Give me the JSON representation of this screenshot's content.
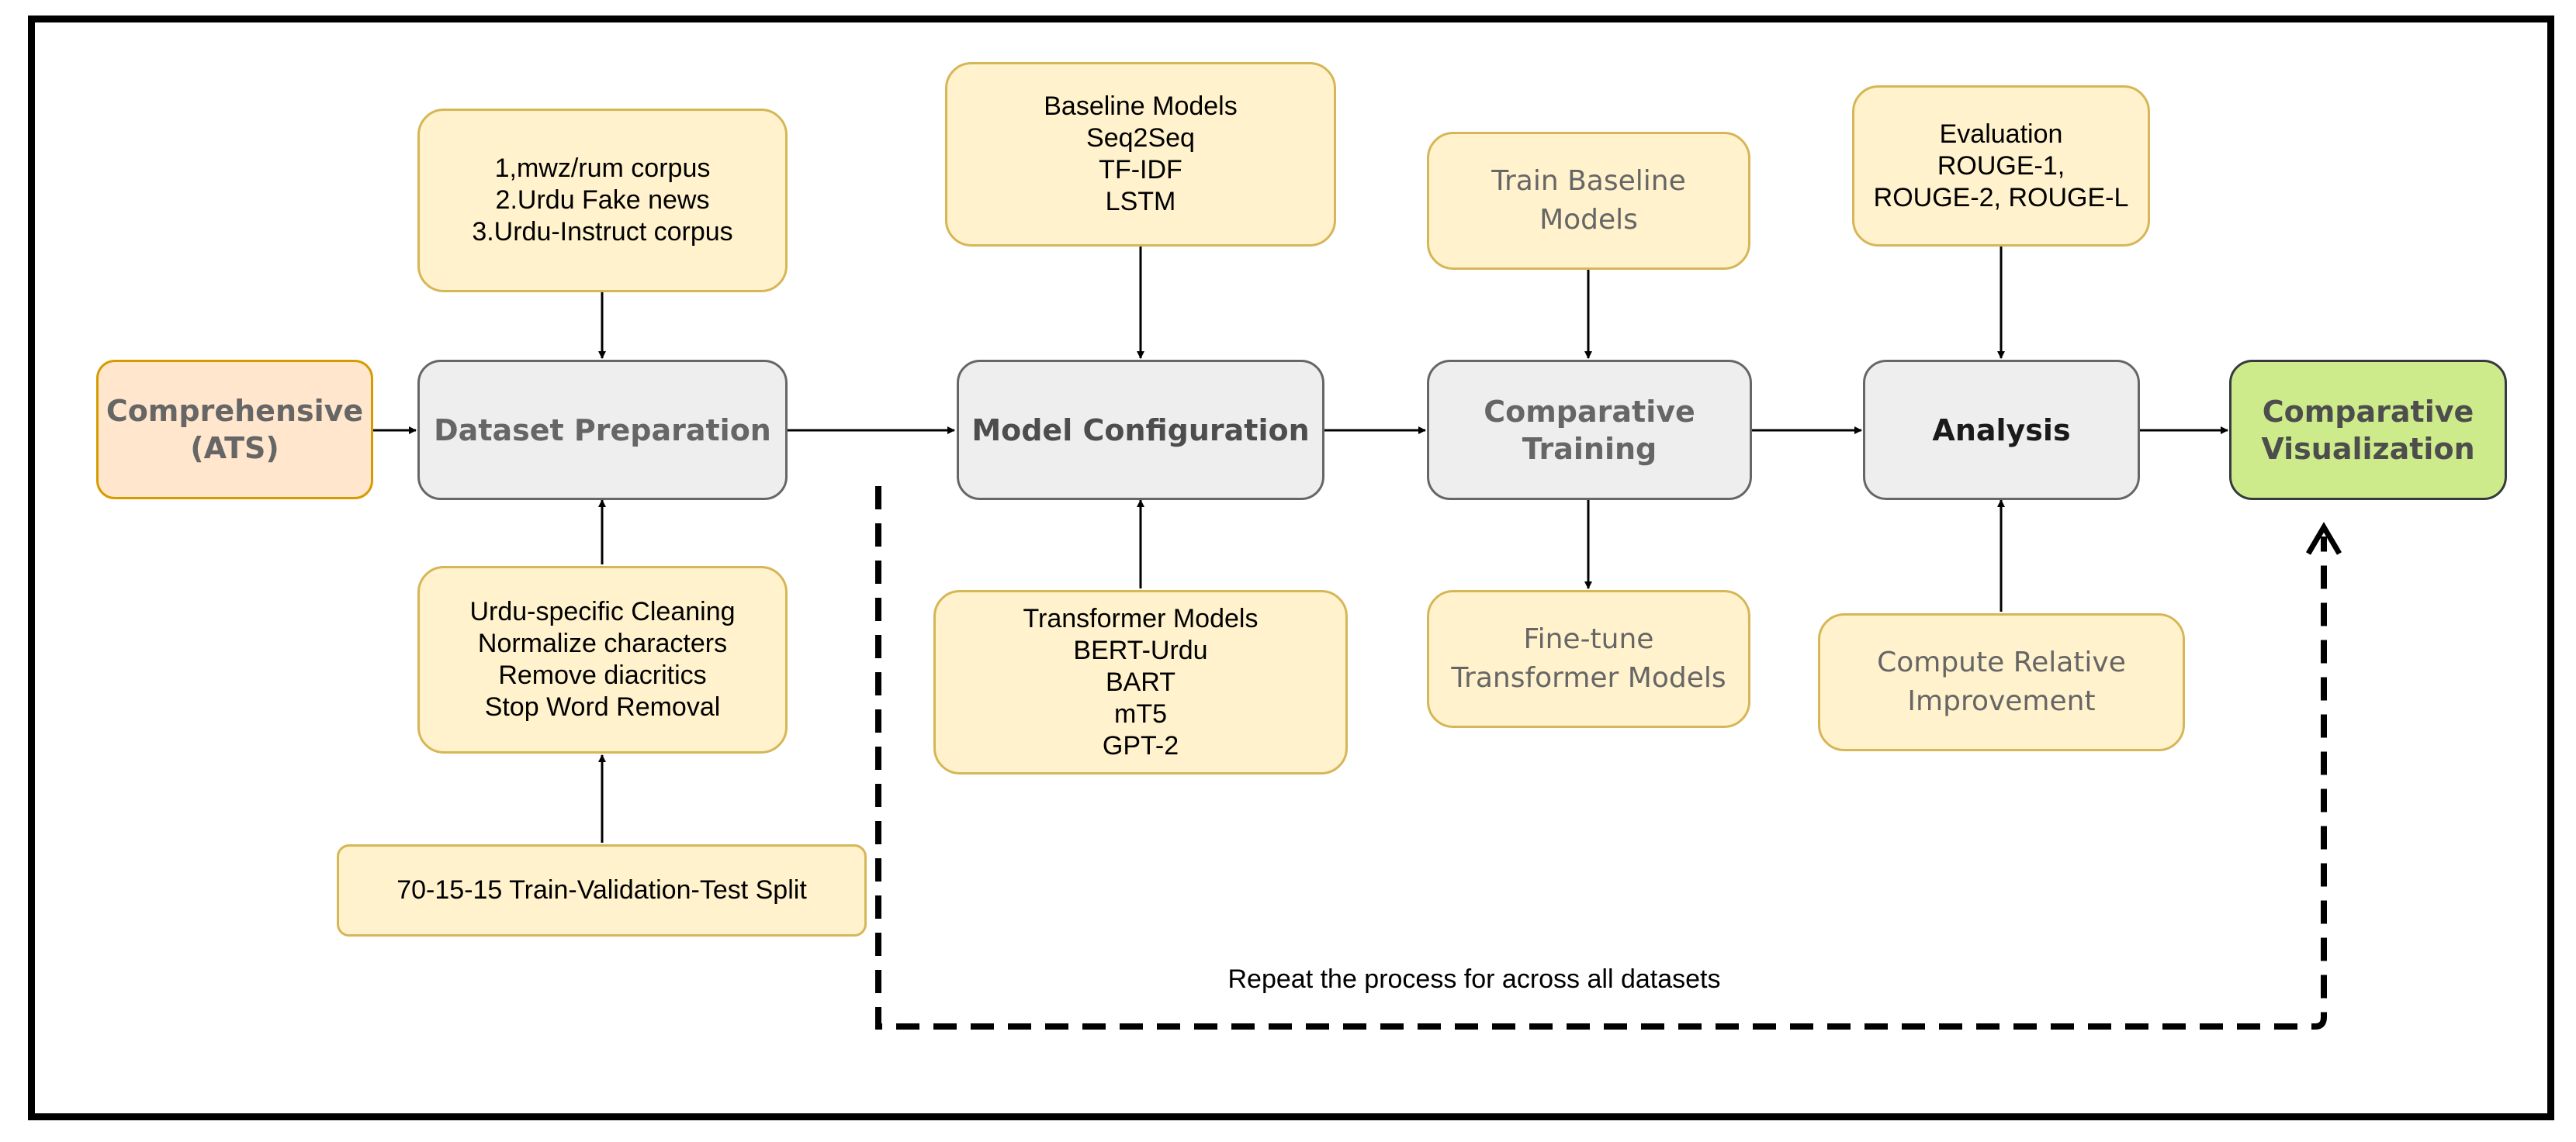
{
  "nodes": {
    "comprehensive": [
      "Comprehensive",
      "(ATS)"
    ],
    "dataset_preparation": [
      "Dataset Preparation"
    ],
    "model_configuration": [
      "Model Configuration"
    ],
    "comparative_training": [
      "Comparative",
      "Training"
    ],
    "analysis": [
      "Analysis"
    ],
    "comparative_visualization": [
      "Comparative",
      "Visualization"
    ],
    "corpora": [
      "1,mwz/rum corpus",
      "2.Urdu Fake news",
      "3.Urdu-Instruct corpus"
    ],
    "cleaning": [
      "Urdu-specific Cleaning",
      "Normalize characters",
      "Remove diacritics",
      "Stop Word Removal"
    ],
    "split": [
      "70-15-15 Train-Validation-Test Split"
    ],
    "baseline_models": [
      "Baseline Models",
      "Seq2Seq",
      "TF-IDF",
      "LSTM"
    ],
    "transformer_models": [
      "Transformer Models",
      "BERT-Urdu",
      "BART",
      "mT5",
      "GPT-2"
    ],
    "train_baseline": [
      "Train Baseline",
      "Models"
    ],
    "fine_tune": [
      "Fine-tune",
      "Transformer Models"
    ],
    "evaluation": [
      "Evaluation",
      "ROUGE-1,",
      "ROUGE-2, ROUGE-L"
    ],
    "relative_improvement": [
      "Compute Relative",
      "Improvement"
    ]
  },
  "repeat_label": "Repeat the process for across all datasets",
  "colors": {
    "frame": "#000000",
    "input_fill": "#fff2cc",
    "input_border": "#d6b656",
    "process_fill": "#eeeeee",
    "process_border": "#666666",
    "start_fill": "#ffe6cc",
    "start_border": "#d79b00",
    "end_fill": "#cdeb8b",
    "arrow": "#000000"
  }
}
